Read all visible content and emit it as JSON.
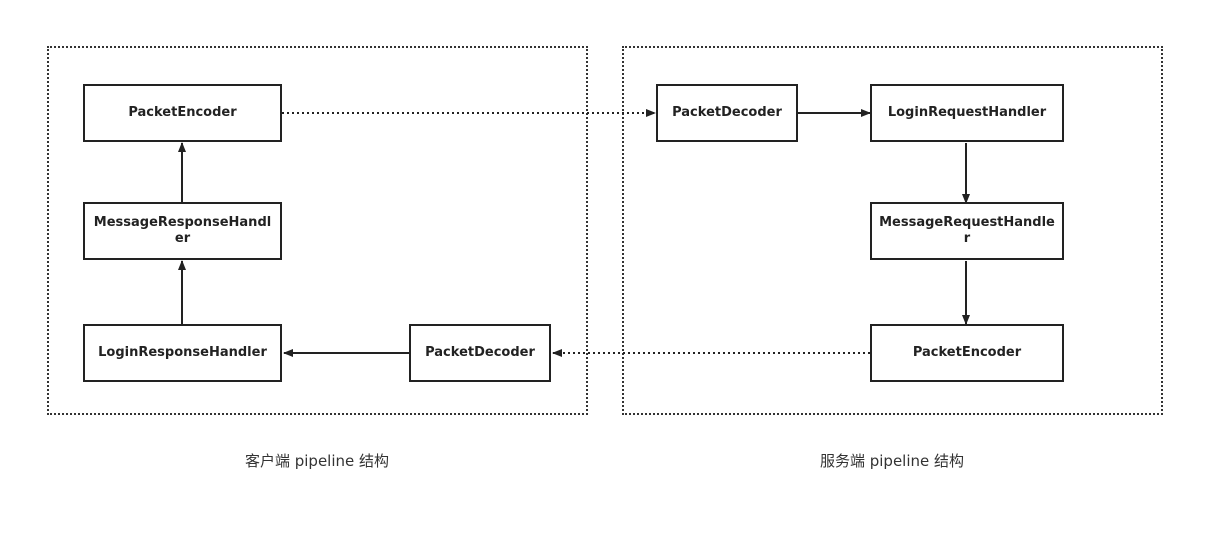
{
  "client": {
    "packet_encoder": "PacketEncoder",
    "message_response_handler": "MessageResponseHandler",
    "login_response_handler": "LoginResponseHandler",
    "packet_decoder": "PacketDecoder",
    "caption": "客户端 pipeline 结构"
  },
  "server": {
    "packet_decoder": "PacketDecoder",
    "login_request_handler": "LoginRequestHandler",
    "message_request_handler": "MessageRequestHandler",
    "packet_encoder": "PacketEncoder",
    "caption": "服务端 pipeline 结构"
  },
  "colors": {
    "stroke": "#222222",
    "group_border": "#333333",
    "background": "#ffffff"
  }
}
